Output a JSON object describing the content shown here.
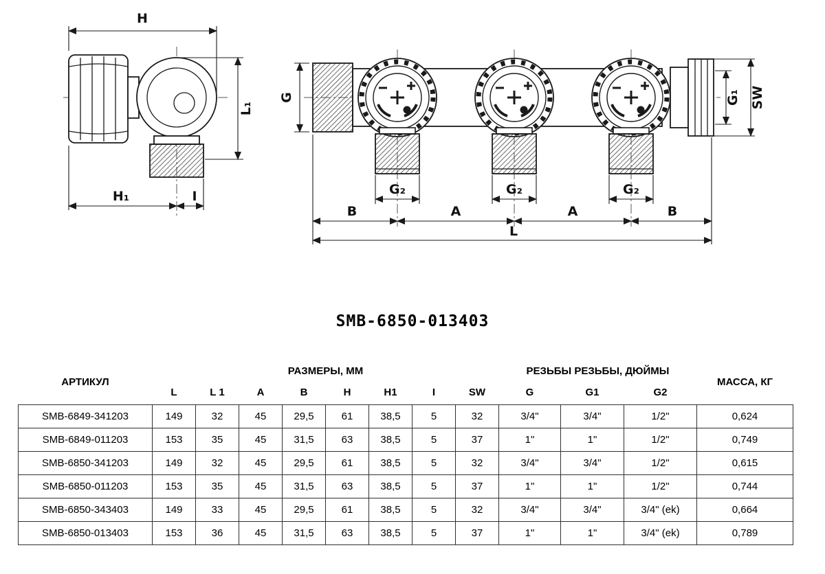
{
  "title": "SMB-6850-013403",
  "drawing": {
    "left": {
      "h": "H",
      "l1": "L₁",
      "h1": "H₁",
      "i": "I"
    },
    "right": {
      "g": "G",
      "g1": "G₁",
      "sw": "SW",
      "g2": "G₂",
      "b": "B",
      "a": "A",
      "l": "L"
    }
  },
  "table": {
    "header_article": "АРТИКУЛ",
    "header_sizes": "РАЗМЕРЫ, ММ",
    "header_threads": "РЕЗЬБЫ РЕЗЬБЫ, ДЮЙМЫ",
    "header_mass": "МАССА, КГ",
    "columns": [
      "L",
      "L 1",
      "A",
      "B",
      "H",
      "H1",
      "I",
      "SW",
      "G",
      "G1",
      "G2"
    ],
    "rows": [
      [
        "SMB-6849-341203",
        "149",
        "32",
        "45",
        "29,5",
        "61",
        "38,5",
        "5",
        "32",
        "3/4\"",
        "3/4\"",
        "1/2\"",
        "0,624"
      ],
      [
        "SMB-6849-011203",
        "153",
        "35",
        "45",
        "31,5",
        "63",
        "38,5",
        "5",
        "37",
        "1\"",
        "1\"",
        "1/2\"",
        "0,749"
      ],
      [
        "SMB-6850-341203",
        "149",
        "32",
        "45",
        "29,5",
        "61",
        "38,5",
        "5",
        "32",
        "3/4\"",
        "3/4\"",
        "1/2\"",
        "0,615"
      ],
      [
        "SMB-6850-011203",
        "153",
        "35",
        "45",
        "31,5",
        "63",
        "38,5",
        "5",
        "37",
        "1\"",
        "1\"",
        "1/2\"",
        "0,744"
      ],
      [
        "SMB-6850-343403",
        "149",
        "33",
        "45",
        "29,5",
        "61",
        "38,5",
        "5",
        "32",
        "3/4\"",
        "3/4\"",
        "3/4\" (ek)",
        "0,664"
      ],
      [
        "SMB-6850-013403",
        "153",
        "36",
        "45",
        "31,5",
        "63",
        "38,5",
        "5",
        "37",
        "1\"",
        "1\"",
        "3/4\" (ek)",
        "0,789"
      ]
    ]
  }
}
